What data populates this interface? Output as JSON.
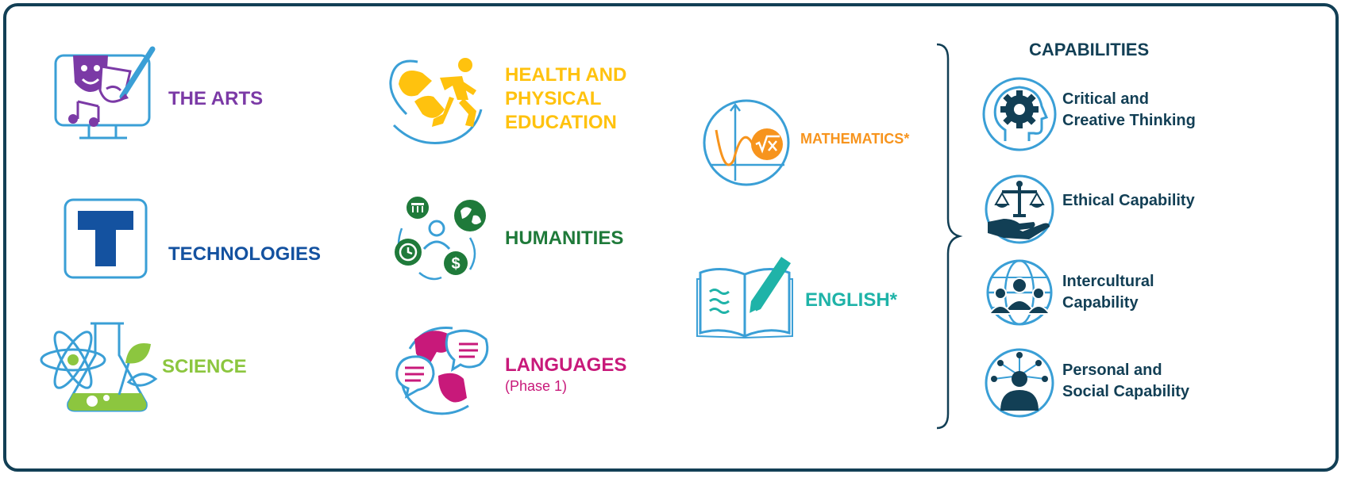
{
  "colors": {
    "border": "#123f55",
    "arts": "#7b3aa6",
    "technologies": "#1452a0",
    "science": "#8cc63f",
    "health": "#ffc20e",
    "humanities": "#1f7a3a",
    "languages": "#c8197a",
    "mathematics": "#f7941d",
    "english": "#1fb3a8",
    "outline": "#3a9fd6",
    "capabilities": "#123f55"
  },
  "subjects": {
    "arts": {
      "label": "THE ARTS",
      "icon": "theatre-masks-paintbrush-icon"
    },
    "technologies": {
      "label": "TECHNOLOGIES",
      "icon": "letter-t-icon"
    },
    "science": {
      "label": "SCIENCE",
      "icon": "atom-flask-leaf-icon"
    },
    "health": {
      "label": "HEALTH AND\nPHYSICAL\nEDUCATION",
      "icon": "heart-runner-icon"
    },
    "humanities": {
      "label": "HUMANITIES",
      "icon": "humanities-cycle-icon"
    },
    "languages": {
      "label": "LANGUAGES",
      "sublabel": "(Phase 1)",
      "icon": "globe-speech-bubbles-icon"
    },
    "mathematics": {
      "label": "MATHEMATICS*",
      "icon": "graph-sqrt-icon"
    },
    "english": {
      "label": "ENGLISH*",
      "icon": "book-pen-icon"
    }
  },
  "capabilities": {
    "title": "CAPABILITIES",
    "items": [
      {
        "label": "Critical and\nCreative Thinking",
        "icon": "head-gear-icon"
      },
      {
        "label": "Ethical Capability",
        "icon": "hand-scales-icon"
      },
      {
        "label": "Intercultural\nCapability",
        "icon": "globe-people-icon"
      },
      {
        "label": "Personal and\nSocial Capability",
        "icon": "person-network-icon"
      }
    ]
  }
}
